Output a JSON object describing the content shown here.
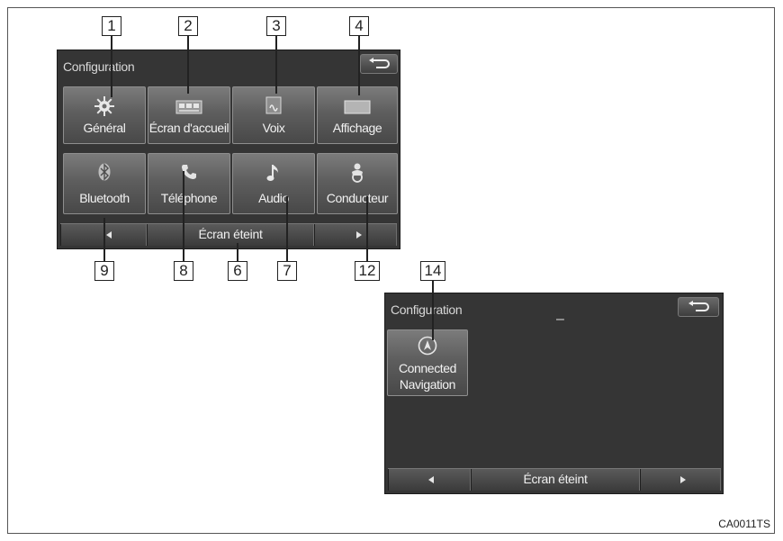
{
  "screen1": {
    "title": "Configuration",
    "tiles": [
      {
        "label": "Général",
        "icon": "gear-icon"
      },
      {
        "label": "Écran d'accueil",
        "icon": "home-screen-icon"
      },
      {
        "label": "Voix",
        "icon": "voice-icon"
      },
      {
        "label": "Affichage",
        "icon": "display-icon"
      },
      {
        "label": "Bluetooth",
        "icon": "bluetooth-icon"
      },
      {
        "label": "Téléphone",
        "icon": "phone-icon"
      },
      {
        "label": "Audio",
        "icon": "music-note-icon"
      },
      {
        "label": "Conducteur",
        "icon": "driver-icon"
      }
    ],
    "bottom_label": "Écran éteint"
  },
  "screen2": {
    "title": "Configuration",
    "page_indicator": "–",
    "tile": {
      "label_line1": "Connected",
      "label_line2": "Navigation",
      "icon": "navigation-icon"
    },
    "bottom_label": "Écran éteint"
  },
  "callouts": {
    "c1": "1",
    "c2": "2",
    "c3": "3",
    "c4": "4",
    "c9": "9",
    "c8": "8",
    "c6": "6",
    "c7": "7",
    "c12": "12",
    "c14": "14"
  },
  "figure_code": "CA0011TS"
}
